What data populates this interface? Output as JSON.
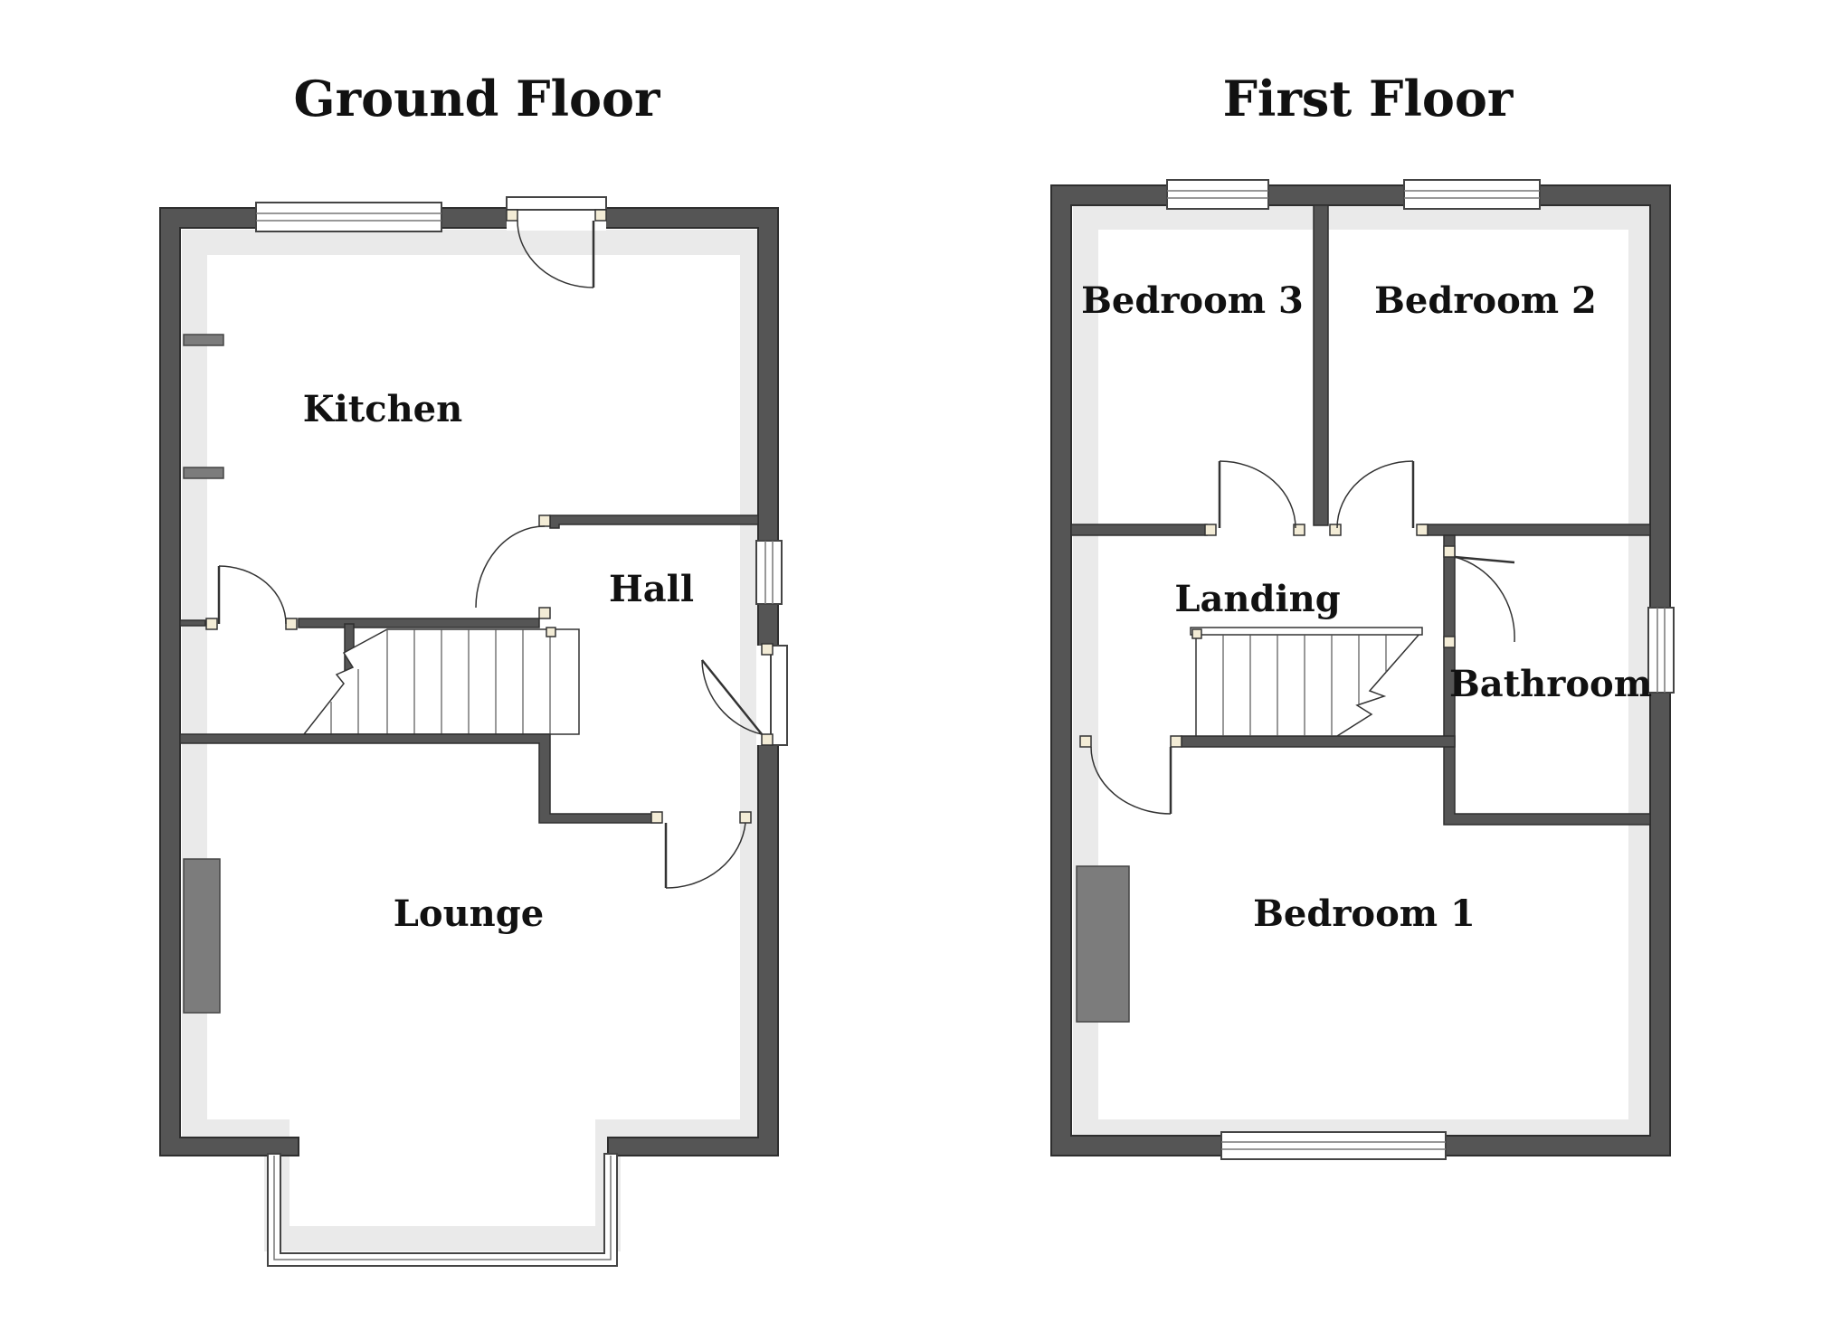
{
  "floors": [
    {
      "title": "Ground Floor",
      "rooms": [
        "Kitchen",
        "Hall",
        "Lounge"
      ]
    },
    {
      "title": "First Floor",
      "rooms": [
        "Bedroom 3",
        "Bedroom 2",
        "Landing",
        "Bathroom",
        "Bedroom 1"
      ]
    }
  ],
  "colors": {
    "wall": "#555555",
    "chimney_breast": "#7c7c7c",
    "background": "#ffffff"
  }
}
